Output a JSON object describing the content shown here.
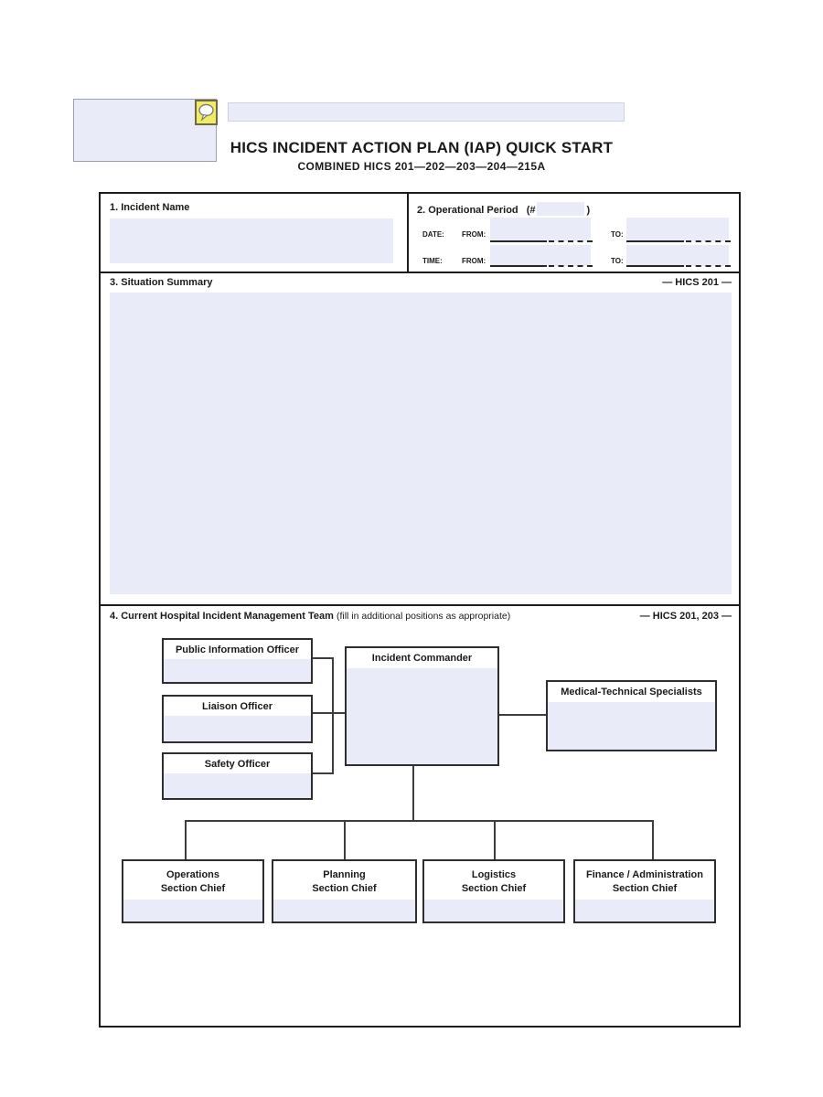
{
  "page": {
    "title": "HICS INCIDENT ACTION PLAN (IAP) QUICK START",
    "subtitle": "COMBINED HICS 201—202—203—204—215A"
  },
  "colors": {
    "field_fill": "#e9ecf8",
    "annotation_yellow": "#f1ec62",
    "border_dark": "#1c1c1c"
  },
  "annotation": {
    "icon": "comment-speech-bubble",
    "box_value": "",
    "header_field_value": ""
  },
  "sections": {
    "incident_name": {
      "label": "1. Incident Name",
      "value": ""
    },
    "operational_period": {
      "label": "2. Operational Period",
      "number_prefix": "(#",
      "number_suffix": ")",
      "number_value": "",
      "rows": [
        {
          "label": "DATE:",
          "from_label": "FROM:",
          "to_label": "TO:",
          "from_value": "",
          "to_value": ""
        },
        {
          "label": "TIME:",
          "from_label": "FROM:",
          "to_label": "TO:",
          "from_value": "",
          "to_value": ""
        }
      ]
    },
    "situation_summary": {
      "label": "3. Situation Summary",
      "ref": "— HICS 201 —",
      "value": ""
    },
    "management_team": {
      "label_bold": "4. Current Hospital Incident Management Team ",
      "label_note": "(fill in additional positions as appropriate)",
      "ref": "— HICS 201, 203 —"
    }
  },
  "org_chart": {
    "public_information_officer": {
      "title": "Public Information Officer",
      "value": ""
    },
    "liaison_officer": {
      "title": "Liaison Officer",
      "value": ""
    },
    "safety_officer": {
      "title": "Safety Officer",
      "value": ""
    },
    "incident_commander": {
      "title": "Incident Commander",
      "value": ""
    },
    "medical_technical_specialists": {
      "title": "Medical-Technical Specialists",
      "value": ""
    },
    "chiefs": [
      {
        "line1": "Operations",
        "line2": "Section Chief",
        "value": ""
      },
      {
        "line1": "Planning",
        "line2": "Section Chief",
        "value": ""
      },
      {
        "line1": "Logistics",
        "line2": "Section Chief",
        "value": ""
      },
      {
        "line1": "Finance / Administration",
        "line2": "Section Chief",
        "value": ""
      }
    ]
  }
}
